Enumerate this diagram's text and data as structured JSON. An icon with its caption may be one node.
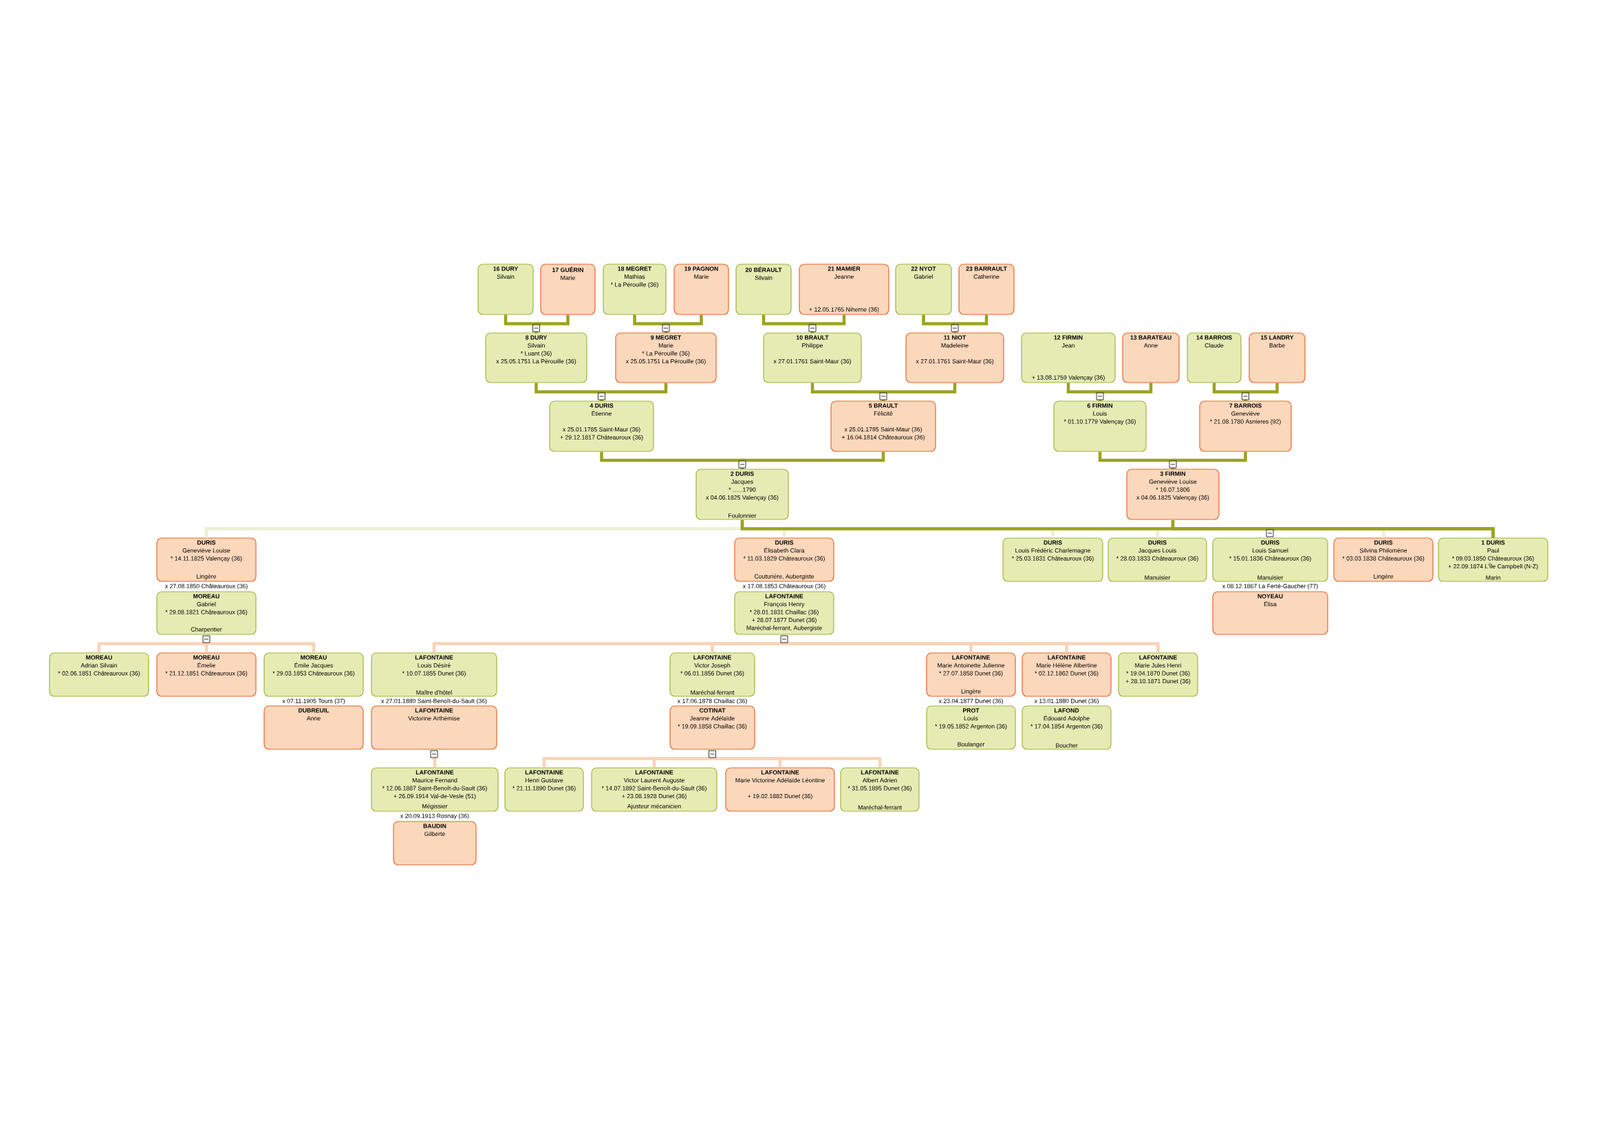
{
  "diagram": {
    "nodes": [
      {
        "text": [
          "16 DURY",
          "Silvain"
        ]
      },
      {
        "text": [
          "17 GUÉRIN",
          "Marie"
        ]
      },
      {
        "text": [
          "18 MEGRET",
          "Mathias",
          "* La Pérouille (36)"
        ]
      },
      {
        "text": [
          "19 PAGNON",
          "Marie"
        ]
      },
      {
        "text": [
          "20 BÉRAULT",
          "Silvain"
        ]
      },
      {
        "text": [
          "21 MAMIER",
          "Jeanne",
          "+ 12.05.1765 Niherne (36)"
        ]
      },
      {
        "text": [
          "22 NYOT",
          "Gabriel"
        ]
      },
      {
        "text": [
          "23 BARRAULT",
          "Catherine"
        ]
      },
      {
        "text": [
          "8 DURY",
          "Silvain",
          "* Luant (36)",
          "x 25.05.1751 La Pérouille (36)"
        ]
      },
      {
        "text": [
          "9 MEGRET",
          "Marie",
          "* La Pérouille (36)",
          "x 25.05.1751 La Pérouille (36)"
        ]
      },
      {
        "text": [
          "10 BRAULT",
          "Philippe",
          "x 27.01.1761 Saint-Maur (36)"
        ]
      },
      {
        "text": [
          "11 NIOT",
          "Madeleine",
          "x 27.01.1761 Saint-Maur (36)"
        ]
      },
      {
        "text": [
          "12 FIRMIN",
          "Jean",
          "+ 13.08.1759 Valençay (36)"
        ]
      },
      {
        "text": [
          "13 BARATEAU",
          "Anne"
        ]
      },
      {
        "text": [
          "14 BARROIS",
          "Claude"
        ]
      },
      {
        "text": [
          "15 LANDRY",
          "Barbe"
        ]
      },
      {
        "text": [
          "4 DURIS",
          "Étienne",
          "x 25.01.1785 Saint-Maur (36)",
          "+ 29.12.1817 Châteauroux (36)"
        ]
      },
      {
        "text": [
          "5 BRAULT",
          "Félicité",
          "x 25.01.1785 Saint-Maur (36)",
          "+ 16.04.1814 Châteauroux (36)"
        ]
      },
      {
        "text": [
          "6 FIRMIN",
          "Louis",
          "* 01.10.1779 Valençay (36)"
        ]
      },
      {
        "text": [
          "7 BARROIS",
          "Geneviève",
          "* 21.08.1780 Asnieres (92)"
        ]
      },
      {
        "text": [
          "2 DURIS",
          "Jacques",
          "* ......1790",
          "x 04.06.1825 Valençay (36)",
          "Foulonnier"
        ]
      },
      {
        "text": [
          "3 FIRMIN",
          "Geneviève Louise",
          "* 16.07.1806",
          "x 04.06.1825 Valençay (36)"
        ]
      },
      {
        "text": [
          "DURIS",
          "Geneviève Louise",
          "* 14.11.1825 Valençay (36)",
          "Lingère"
        ],
        "beside": [
          "x 27.08.1850 Châteauroux (36)"
        ]
      },
      {
        "text": [
          "DURIS",
          "Élisabeth Clara",
          "* 11.03.1829 Châteauroux (36)",
          "Couturière, Aubergiste"
        ],
        "beside": [
          "x 17.08.1853 Châteauroux (36)"
        ]
      },
      {
        "text": [
          "DURIS",
          "Louis Frédéric Charlemagne",
          "* 25.03.1831 Châteauroux (36)"
        ]
      },
      {
        "text": [
          "DURIS",
          "Jacques Louis",
          "* 28.03.1833 Châteauroux (36)",
          "Manuisier"
        ]
      },
      {
        "text": [
          "DURIS",
          "Louis Samuel",
          "* 15.01.1836 Châteauroux (36)",
          "Manuisier"
        ],
        "beside": [
          "x 08.12.1867 La Ferté-Gaucher (77)"
        ]
      },
      {
        "text": [
          "DURIS",
          "Silvina Philomène",
          "* 03.03.1838 Châteauroux (36)",
          "Lingère"
        ]
      },
      {
        "text": [
          "1 DURIS",
          "Paul",
          "* 09.03.1850 Châteauroux (36)",
          "+ 22.09.1874 L'Île Campbell (N-Z)",
          "Marin"
        ]
      },
      {
        "text": [
          "MOREAU",
          "Gabriel",
          "* 29.08.1821 Châteauroux (36)",
          "Charpentier"
        ]
      },
      {
        "text": [
          "LAFONTAINE",
          "François Henry",
          "* 28.01.1831 Chaillac (36)",
          "+ 28.07.1877 Dunet (36)",
          "Maréchal-ferrant, Aubergiste"
        ]
      },
      {
        "text": [
          "NOYEAU",
          "Élisa"
        ]
      },
      {
        "text": [
          "MOREAU",
          "Adrian Silvain",
          "* 02.06.1851 Châteauroux (36)"
        ]
      },
      {
        "text": [
          "MOREAU",
          "Émelie",
          "* 21.12.1851 Châteauroux (36)"
        ]
      },
      {
        "text": [
          "MOREAU",
          "Émile Jacques",
          "* 29.03.1853 Châteauroux (36)"
        ],
        "beside": [
          "x 07.11.1905 Tours (37)"
        ]
      },
      {
        "text": [
          "LAFONTAINE",
          "Louis Désiré",
          "* 10.07.1855 Dunet (36)",
          "Maître d'hôtel"
        ],
        "beside": [
          "x 27.01.1880 Saint-Benoît-du-Sault (36)"
        ]
      },
      {
        "text": [
          "LAFONTAINE",
          "Victor Joseph",
          "* 06.01.1856 Dunet (36)",
          "Maréchal-ferrant"
        ],
        "beside": [
          "x 17.06.1878 Chaillac (36)"
        ]
      },
      {
        "text": [
          "LAFONTAINE",
          "Marie Antoinette Julienne",
          "* 27.07.1858 Dunet (36)",
          "Lingère"
        ],
        "beside": [
          "x 23.04.1877 Dunet (36)"
        ]
      },
      {
        "text": [
          "LAFONTAINE",
          "Marie Hélène Albertine",
          "* 02.12.1862 Dunet (36)"
        ],
        "beside": [
          "x 13.01.1880 Dunet (36)"
        ]
      },
      {
        "text": [
          "LAFONTAINE",
          "Marie Jules Henri",
          "* 19.04.1870 Dunet (36)",
          "+ 28.10.1871 Dunet (36)"
        ]
      },
      {
        "text": [
          "DUBREUIL",
          "Anne"
        ]
      },
      {
        "text": [
          "LAFONTAINE",
          "Victorine Arthémise"
        ]
      },
      {
        "text": [
          "COTINAT",
          "Jeanne Adélaïde",
          "* 19.09.1858 Chaillac (36)"
        ]
      },
      {
        "text": [
          "PROT",
          "Louis",
          "* 19.05.1852 Argenton (36)",
          "Boulanger"
        ]
      },
      {
        "text": [
          "LAFOND",
          "Édouard Adolphe",
          "* 17.04.1854 Argenton (36)",
          "Boucher"
        ]
      },
      {
        "text": [
          "LAFONTAINE",
          "Maurice Fernand",
          "* 12.06.1887 Saint-Benoît-du-Sault (36)",
          "+ 26.09.1914 Val-de-Vesle (51)",
          "Mégissier"
        ],
        "beside": [
          "x 20.09.1913 Rosnay (36)"
        ]
      },
      {
        "text": [
          "LAFONTAINE",
          "Henri Gustave",
          "* 21.11.1890 Dunet (36)"
        ]
      },
      {
        "text": [
          "LAFONTAINE",
          "Victor Laurent Auguste",
          "* 14.07.1892 Saint-Benoît-du-Sault (36)",
          "+ 23.08.1928 Dunet (36)",
          "Ajusteur mécanicien"
        ]
      },
      {
        "text": [
          "LAFONTAINE",
          "Marie Victorine Adélaïde Léontine",
          "+ 19.02.1882 Dunet (36)"
        ]
      },
      {
        "text": [
          "LAFONTAINE",
          "Albert Adrien",
          "* 31.05.1895 Dunet (36)",
          "Maréchal-ferrant"
        ]
      },
      {
        "text": [
          "BAUDIN",
          "Gilberte"
        ]
      }
    ],
    "edges": [
      {
        "from": 0,
        "to": 8,
        "arrow": "none"
      },
      {
        "from": 1,
        "to": 8,
        "arrow": "none"
      },
      {
        "from": 2,
        "to": 9,
        "arrow": "none"
      },
      {
        "from": 3,
        "to": 9,
        "arrow": "none"
      },
      {
        "from": 4,
        "to": 10,
        "arrow": "none"
      },
      {
        "from": 5,
        "to": 10,
        "arrow": "none"
      },
      {
        "from": 6,
        "to": 11,
        "arrow": "none"
      },
      {
        "from": 7,
        "to": 11,
        "arrow": "none"
      },
      {
        "from": 8,
        "to": 16,
        "arrow": "none"
      },
      {
        "from": 9,
        "to": 16,
        "arrow": "none"
      },
      {
        "from": 10,
        "to": 17,
        "arrow": "none"
      },
      {
        "from": 11,
        "to": 17,
        "arrow": "none"
      },
      {
        "from": 12,
        "to": 18,
        "arrow": "none"
      },
      {
        "from": 13,
        "to": 18,
        "arrow": "none"
      },
      {
        "from": 14,
        "to": 19,
        "arrow": "none"
      },
      {
        "from": 15,
        "to": 19,
        "arrow": "none"
      },
      {
        "from": 16,
        "to": 20,
        "arrow": "none"
      },
      {
        "from": 17,
        "to": 20,
        "arrow": "none"
      },
      {
        "from": 18,
        "to": 21,
        "arrow": "none"
      },
      {
        "from": 19,
        "to": 21,
        "arrow": "none"
      },
      {
        "from": 20,
        "to": 22,
        "arrow": "none",
        "color": "#eef0d6"
      },
      {
        "from": 20,
        "to": 23,
        "arrow": "none",
        "color": "#eef0d6"
      },
      {
        "from": 20,
        "to": 24,
        "arrow": "none",
        "color": "#eef0d6"
      },
      {
        "from": 20,
        "to": 25,
        "arrow": "none",
        "color": "#eef0d6"
      },
      {
        "from": 20,
        "to": 26,
        "arrow": "none",
        "color": "#eef0d6"
      },
      {
        "from": 20,
        "to": 27,
        "arrow": "none",
        "color": "#eef0d6"
      },
      {
        "from": 20,
        "to": 28,
        "arrow": "none"
      },
      {
        "from": 21,
        "to": 22,
        "arrow": "none",
        "color": "#eef0d6"
      },
      {
        "from": 21,
        "to": 23,
        "arrow": "none",
        "color": "#eef0d6"
      },
      {
        "from": 21,
        "to": 24,
        "arrow": "none",
        "color": "#eef0d6"
      },
      {
        "from": 21,
        "to": 25,
        "arrow": "none",
        "color": "#eef0d6"
      },
      {
        "from": 21,
        "to": 26,
        "arrow": "none",
        "color": "#eef0d6"
      },
      {
        "from": 21,
        "to": 27,
        "arrow": "none",
        "color": "#eef0d6"
      },
      {
        "from": 21,
        "to": 28,
        "arrow": "none"
      },
      {
        "from": 29,
        "to": 32,
        "arrow": "none",
        "color": "#f9d3b7"
      },
      {
        "from": 29,
        "to": 33,
        "arrow": "none",
        "color": "#f9d3b7"
      },
      {
        "from": 29,
        "to": 34,
        "arrow": "none",
        "color": "#f9d3b7"
      },
      {
        "from": 30,
        "to": 35,
        "arrow": "none",
        "color": "#f9d3b7"
      },
      {
        "from": 30,
        "to": 36,
        "arrow": "none",
        "color": "#f9d3b7"
      },
      {
        "from": 30,
        "to": 37,
        "arrow": "none",
        "color": "#f9d3b7"
      },
      {
        "from": 30,
        "to": 38,
        "arrow": "none",
        "color": "#f9d3b7"
      },
      {
        "from": 30,
        "to": 39,
        "arrow": "none",
        "color": "#f9d3b7"
      },
      {
        "from": 41,
        "to": 45,
        "arrow": "none",
        "color": "#f9d3b7"
      },
      {
        "from": 42,
        "to": 46,
        "arrow": "none",
        "color": "#f9d3b7"
      },
      {
        "from": 42,
        "to": 47,
        "arrow": "none",
        "color": "#f9d3b7"
      },
      {
        "from": 42,
        "to": 48,
        "arrow": "none",
        "color": "#f9d3b7"
      },
      {
        "from": 42,
        "to": 49,
        "arrow": "none",
        "color": "#f9d3b7"
      }
    ]
  }
}
